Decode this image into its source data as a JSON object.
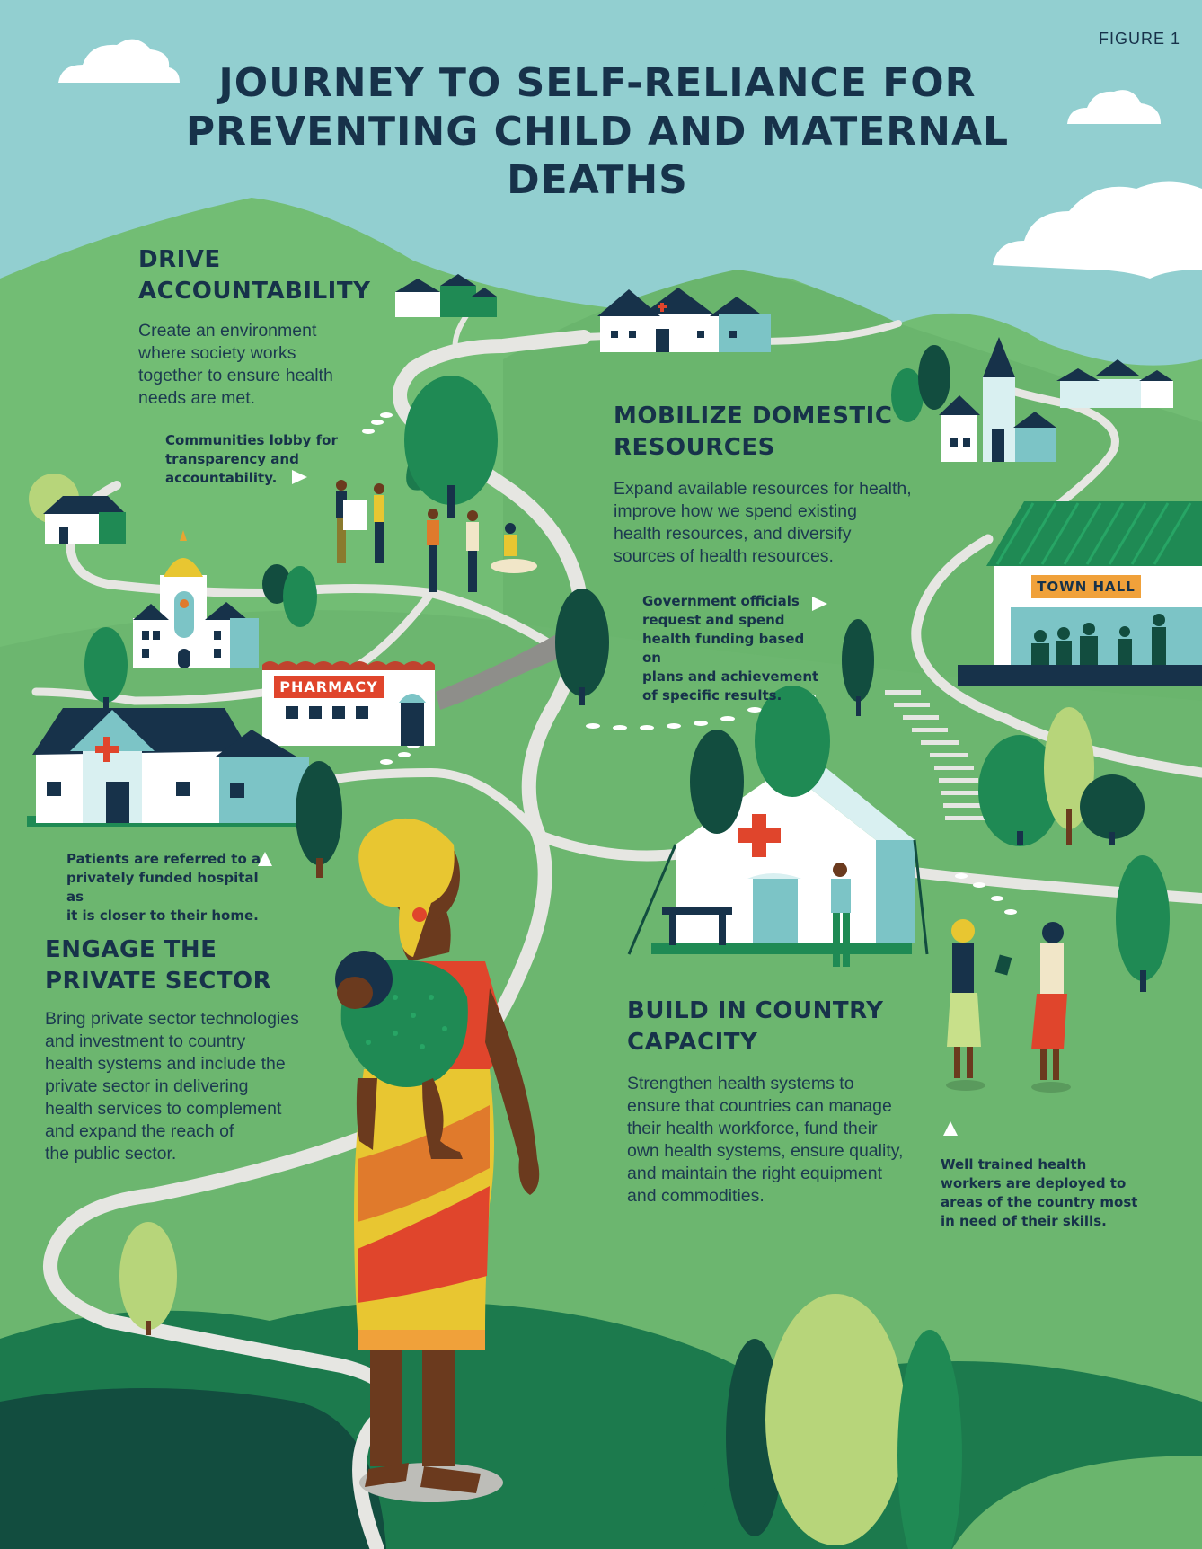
{
  "figure_label": "FIGURE 1",
  "title": {
    "line1": "JOURNEY TO SELF-RELIANCE FOR",
    "line2": "PREVENTING CHILD AND MATERNAL DEATHS"
  },
  "sections": {
    "accountability": {
      "heading_line1": "DRIVE",
      "heading_line2": "ACCOUNTABILITY",
      "body": [
        "Create an environment",
        "where society works",
        "together to ensure health",
        "needs are met."
      ],
      "note": [
        "Communities lobby for",
        "transparency and",
        "accountability."
      ]
    },
    "domestic": {
      "heading_line1": "MOBILIZE DOMESTIC",
      "heading_line2": "RESOURCES",
      "body": [
        "Expand available resources for health,",
        "improve how we spend existing",
        "health resources, and diversify",
        "sources of health resources."
      ],
      "note": [
        "Government officials",
        "request and spend",
        "health funding based on",
        "plans and achievement",
        "of specific results."
      ]
    },
    "private": {
      "heading_line1": "ENGAGE THE",
      "heading_line2": "PRIVATE SECTOR",
      "body": [
        "Bring private sector technologies",
        "and investment to country",
        "health systems and include the",
        "private sector in delivering",
        "health services to complement",
        "and expand the reach of",
        "the public sector."
      ],
      "note": [
        "Patients are referred to a",
        "privately funded hospital as",
        "it is closer to their home."
      ]
    },
    "capacity": {
      "heading_line1": "BUILD IN COUNTRY",
      "heading_line2": "CAPACITY",
      "body": [
        "Strengthen health systems to",
        "ensure that countries can manage",
        "their health workforce, fund their",
        "own health systems, ensure quality,",
        "and maintain the right equipment",
        "and commodities."
      ],
      "note": [
        "Well trained health",
        "workers are deployed to",
        "areas of the country most",
        "in need of their skills."
      ]
    }
  },
  "signs": {
    "pharmacy": "PHARMACY",
    "town_hall": "TOWN HALL"
  },
  "colors": {
    "sky": "#92cfd0",
    "grass": "#6db870",
    "dark_green": "#1c7a4d",
    "deep_green": "#124d3f",
    "navy": "#17324a",
    "red": "#e0452c",
    "yellow": "#e8c631",
    "path": "#e6e6e2"
  }
}
